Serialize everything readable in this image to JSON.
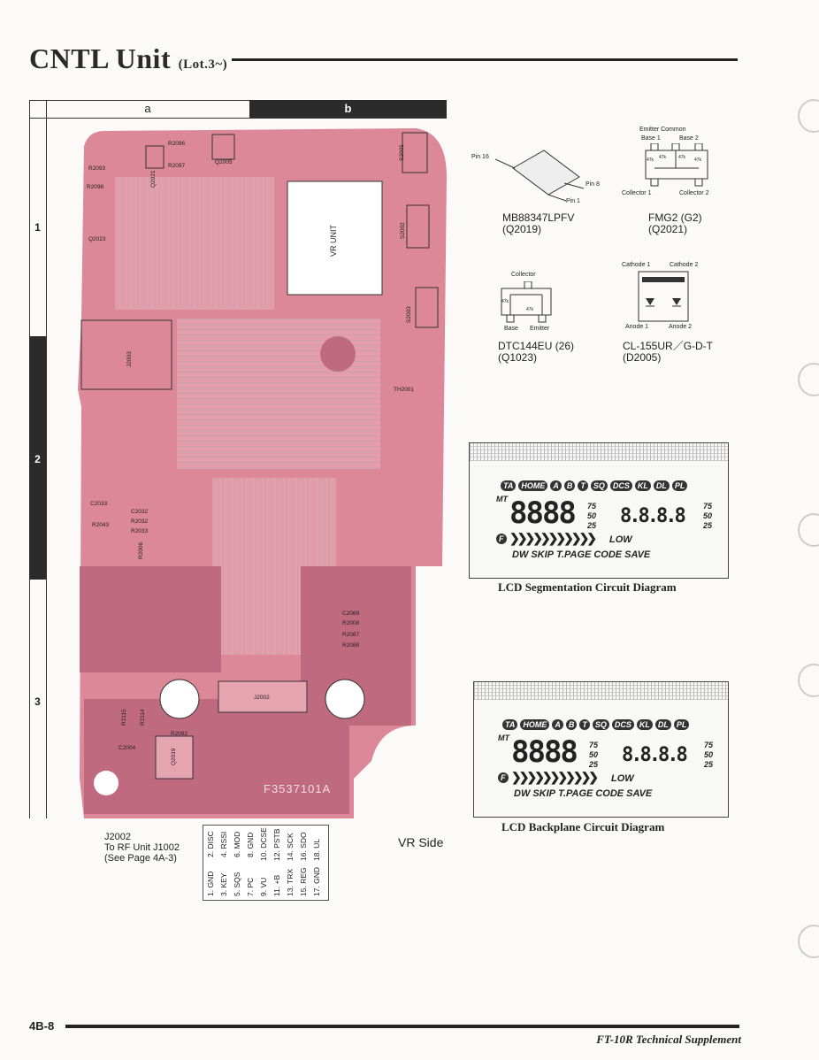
{
  "header": {
    "title": "CNTL Unit",
    "subtitle": "(Lot.3~)"
  },
  "grid": {
    "columns": [
      "a",
      "b"
    ],
    "rows": [
      "1",
      "2",
      "3"
    ]
  },
  "pcb": {
    "labels": [
      "R2096",
      "R2097",
      "Q2005",
      "Q2021",
      "R2093",
      "R2098",
      "Q2023",
      "J2003",
      "S2001",
      "S2002",
      "S2003",
      "TH2001",
      "C2033",
      "C2032",
      "R2032",
      "R2033",
      "R2043",
      "R2006",
      "C2069",
      "R2008",
      "R2087",
      "R2088",
      "J2002",
      "R2115",
      "R2114",
      "C2004",
      "R2092",
      "Q2019"
    ],
    "vr_unit": "VR UNIT",
    "board_id": "F3537101A",
    "side_label": "VR Side"
  },
  "connector": {
    "title": "J2002",
    "line2": "To RF Unit J1002",
    "line3": "(See Page 4A-3)",
    "pins": [
      "1. GND",
      "2. DISC",
      "3. KEY",
      "4. RSSI",
      "5. SQS",
      "6. MOD",
      "7. PC",
      "8. GND",
      "9. VU",
      "10. DCSE",
      "11. +B",
      "12. PSTB",
      "13. TRX",
      "14. SCK",
      "15. REG",
      "16. SDO",
      "17. GND",
      "18. UL"
    ]
  },
  "components": [
    {
      "name": "MB88347LPFV",
      "ref": "(Q2019)",
      "pins": [
        "Pin 16",
        "Pin 8",
        "Pin 1"
      ]
    },
    {
      "name": "FMG2 (G2)",
      "ref": "(Q2021)",
      "pins": [
        "Emitter Common",
        "Base 1",
        "Base 2",
        "Collector 1",
        "Collector 2"
      ],
      "values": [
        "47k",
        "47k",
        "47k",
        "47k"
      ]
    },
    {
      "name": "DTC144EU (26)",
      "ref": "(Q1023)",
      "pins": [
        "Collector",
        "Base",
        "Emitter"
      ],
      "values": [
        "47k",
        "47k"
      ]
    },
    {
      "name": "CL-155UR／G-D-T",
      "ref": "(D2005)",
      "pins": [
        "Cathode 1",
        "Cathode 2",
        "Anode 1",
        "Anode 2"
      ]
    }
  ],
  "lcd": {
    "indicators": [
      "TA",
      "HOME",
      "A",
      "B",
      "T",
      "SQ",
      "DCS",
      "KL",
      "DL",
      "PL"
    ],
    "mt": "MT",
    "digits_main": "8888",
    "digits_sub": "8.8.8.8",
    "levels": [
      "75",
      "50",
      "25"
    ],
    "low": "LOW",
    "f": "F",
    "bottom": [
      "DW",
      "SKIP",
      "T.PAGE",
      "CODE",
      "SAVE"
    ],
    "captions": [
      "LCD Segmentation Circuit Diagram",
      "LCD Backplane Circuit Diagram"
    ]
  },
  "footer": {
    "page": "4B-8",
    "doc": "FT-10R Technical Supplement"
  },
  "colors": {
    "pcb_pink": "#dc8898",
    "pcb_dark": "#b8607a",
    "trace_gray": "#b7a9ad"
  }
}
